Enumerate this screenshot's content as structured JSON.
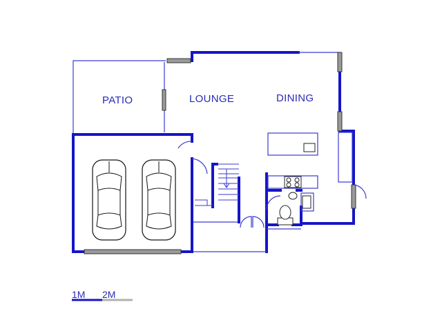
{
  "rooms": {
    "patio": "PATIO",
    "lounge": "LOUNGE",
    "dining": "DINING"
  },
  "scale": {
    "label_1": "1M",
    "label_2": "2M"
  },
  "colors": {
    "wall": "#1515c8",
    "label": "#2a2ab8",
    "window": "#9a9a9a",
    "scale_bar_grey": "#b0b0b0"
  },
  "icons": [
    "car-icon",
    "car-icon",
    "staircase-icon",
    "toilet-icon",
    "basin-icon",
    "stove-icon",
    "sink-icon"
  ]
}
